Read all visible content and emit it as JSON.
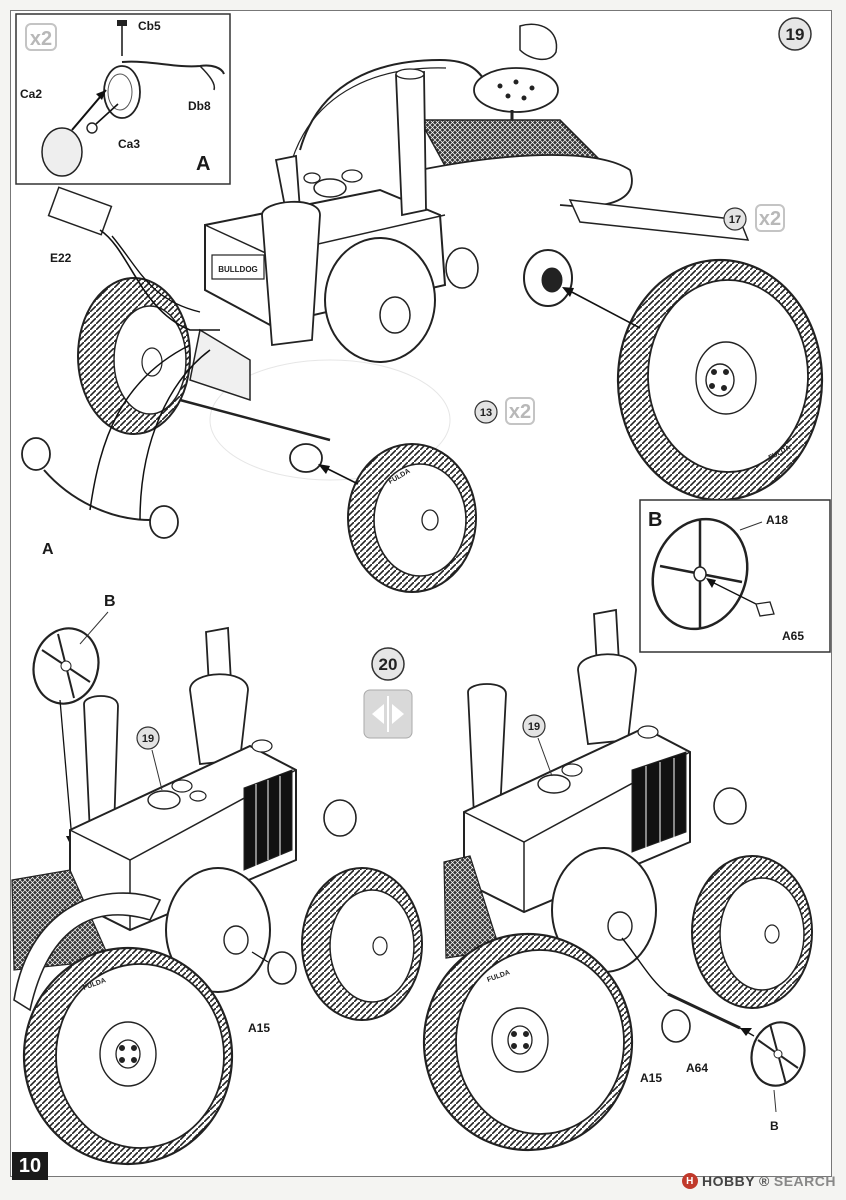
{
  "page": {
    "number": "10"
  },
  "steps": {
    "step19": "19",
    "step20": "20"
  },
  "inset_a": {
    "badge": "x2",
    "label": "A",
    "parts": {
      "cb5": "Cb5",
      "ca2": "Ca2",
      "ca3": "Ca3",
      "db8": "Db8"
    }
  },
  "inset_b": {
    "label": "B",
    "parts": {
      "a18": "A18",
      "a65": "A65"
    }
  },
  "main19": {
    "parts": {
      "e22": "E22",
      "a": "A"
    },
    "ref17": "17",
    "ref13": "13",
    "x2_rear": "x2",
    "x2_front": "x2",
    "tyre_text": "FULDA",
    "grille_text": "BULLDOG"
  },
  "step20_left": {
    "label_b": "B",
    "ref19": "19",
    "part_a15": "A15"
  },
  "step20_right": {
    "ref19": "19",
    "part_a15": "A15",
    "part_a64": "A64",
    "label_b": "B"
  },
  "watermark": {
    "brand": "HOBBY",
    "suffix": "SEARCH",
    "registered": "®"
  }
}
